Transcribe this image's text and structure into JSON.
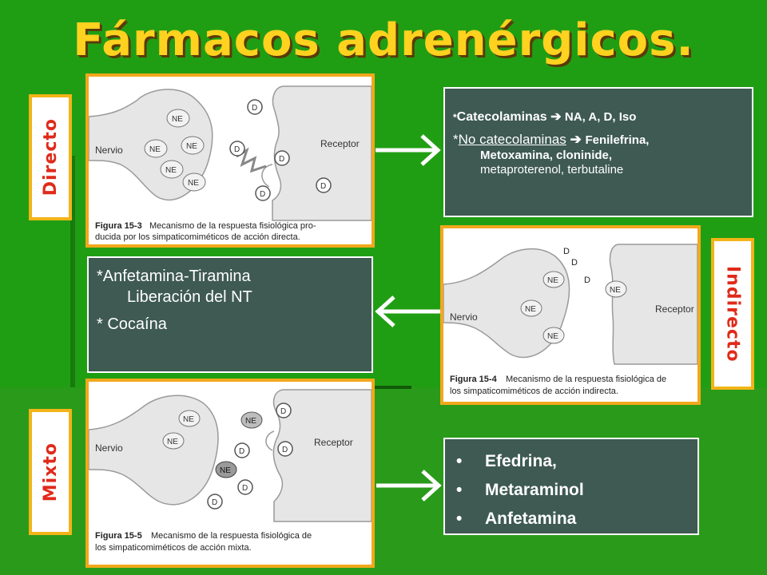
{
  "title": "Fármacos adrenérgicos.",
  "labels": {
    "directo": "Directo",
    "indirecto": "Indirecto",
    "mixto": "Mixto"
  },
  "fig1": {
    "nervio": "Nervio",
    "receptor": "Receptor",
    "caption_bold": "Figura 15-3",
    "caption_line1": "Mecanismo de la respuesta fisiológica pro-",
    "caption_line2": "ducida por los simpaticomiméticos de acción directa."
  },
  "fig2": {
    "nervio": "Nervio",
    "receptor": "Receptor",
    "caption_bold": "Figura 15-4",
    "caption_line1": "Mecanismo de la respuesta fisiológica de",
    "caption_line2": "los simpaticomiméticos de acción indirecta."
  },
  "fig3": {
    "nervio": "Nervio",
    "receptor": "Receptor",
    "caption_bold": "Figura 15-5",
    "caption_line1": "Mecanismo de la respuesta fisiológica de",
    "caption_line2": "los simpaticomiméticos de acción mixta."
  },
  "markers": {
    "ne": "NE",
    "d": "D"
  },
  "box_direct": {
    "line1_prefix": "*",
    "line1_term": "Catecolaminas",
    "line1_items": "NA, A, D, Iso",
    "line2_prefix": "*",
    "line2_term": "No catecolaminas",
    "line2_items": "Fenilefrina,",
    "line3": "Metoxamina, cloninide,",
    "line4": "metaproterenol, terbutaline"
  },
  "box_indirect": {
    "line1": "*Anfetamina-Tiramina",
    "line2": "Liberación del NT",
    "line3": "* Cocaína"
  },
  "box_mixed": {
    "items": [
      "Efedrina,",
      "Metaraminol",
      "Anfetamina"
    ]
  },
  "colors": {
    "background": "#1f9b12",
    "title": "#ffd21f",
    "box": "#3e5a52",
    "frame": "#f2a81c",
    "label_text": "#e02a1a"
  }
}
